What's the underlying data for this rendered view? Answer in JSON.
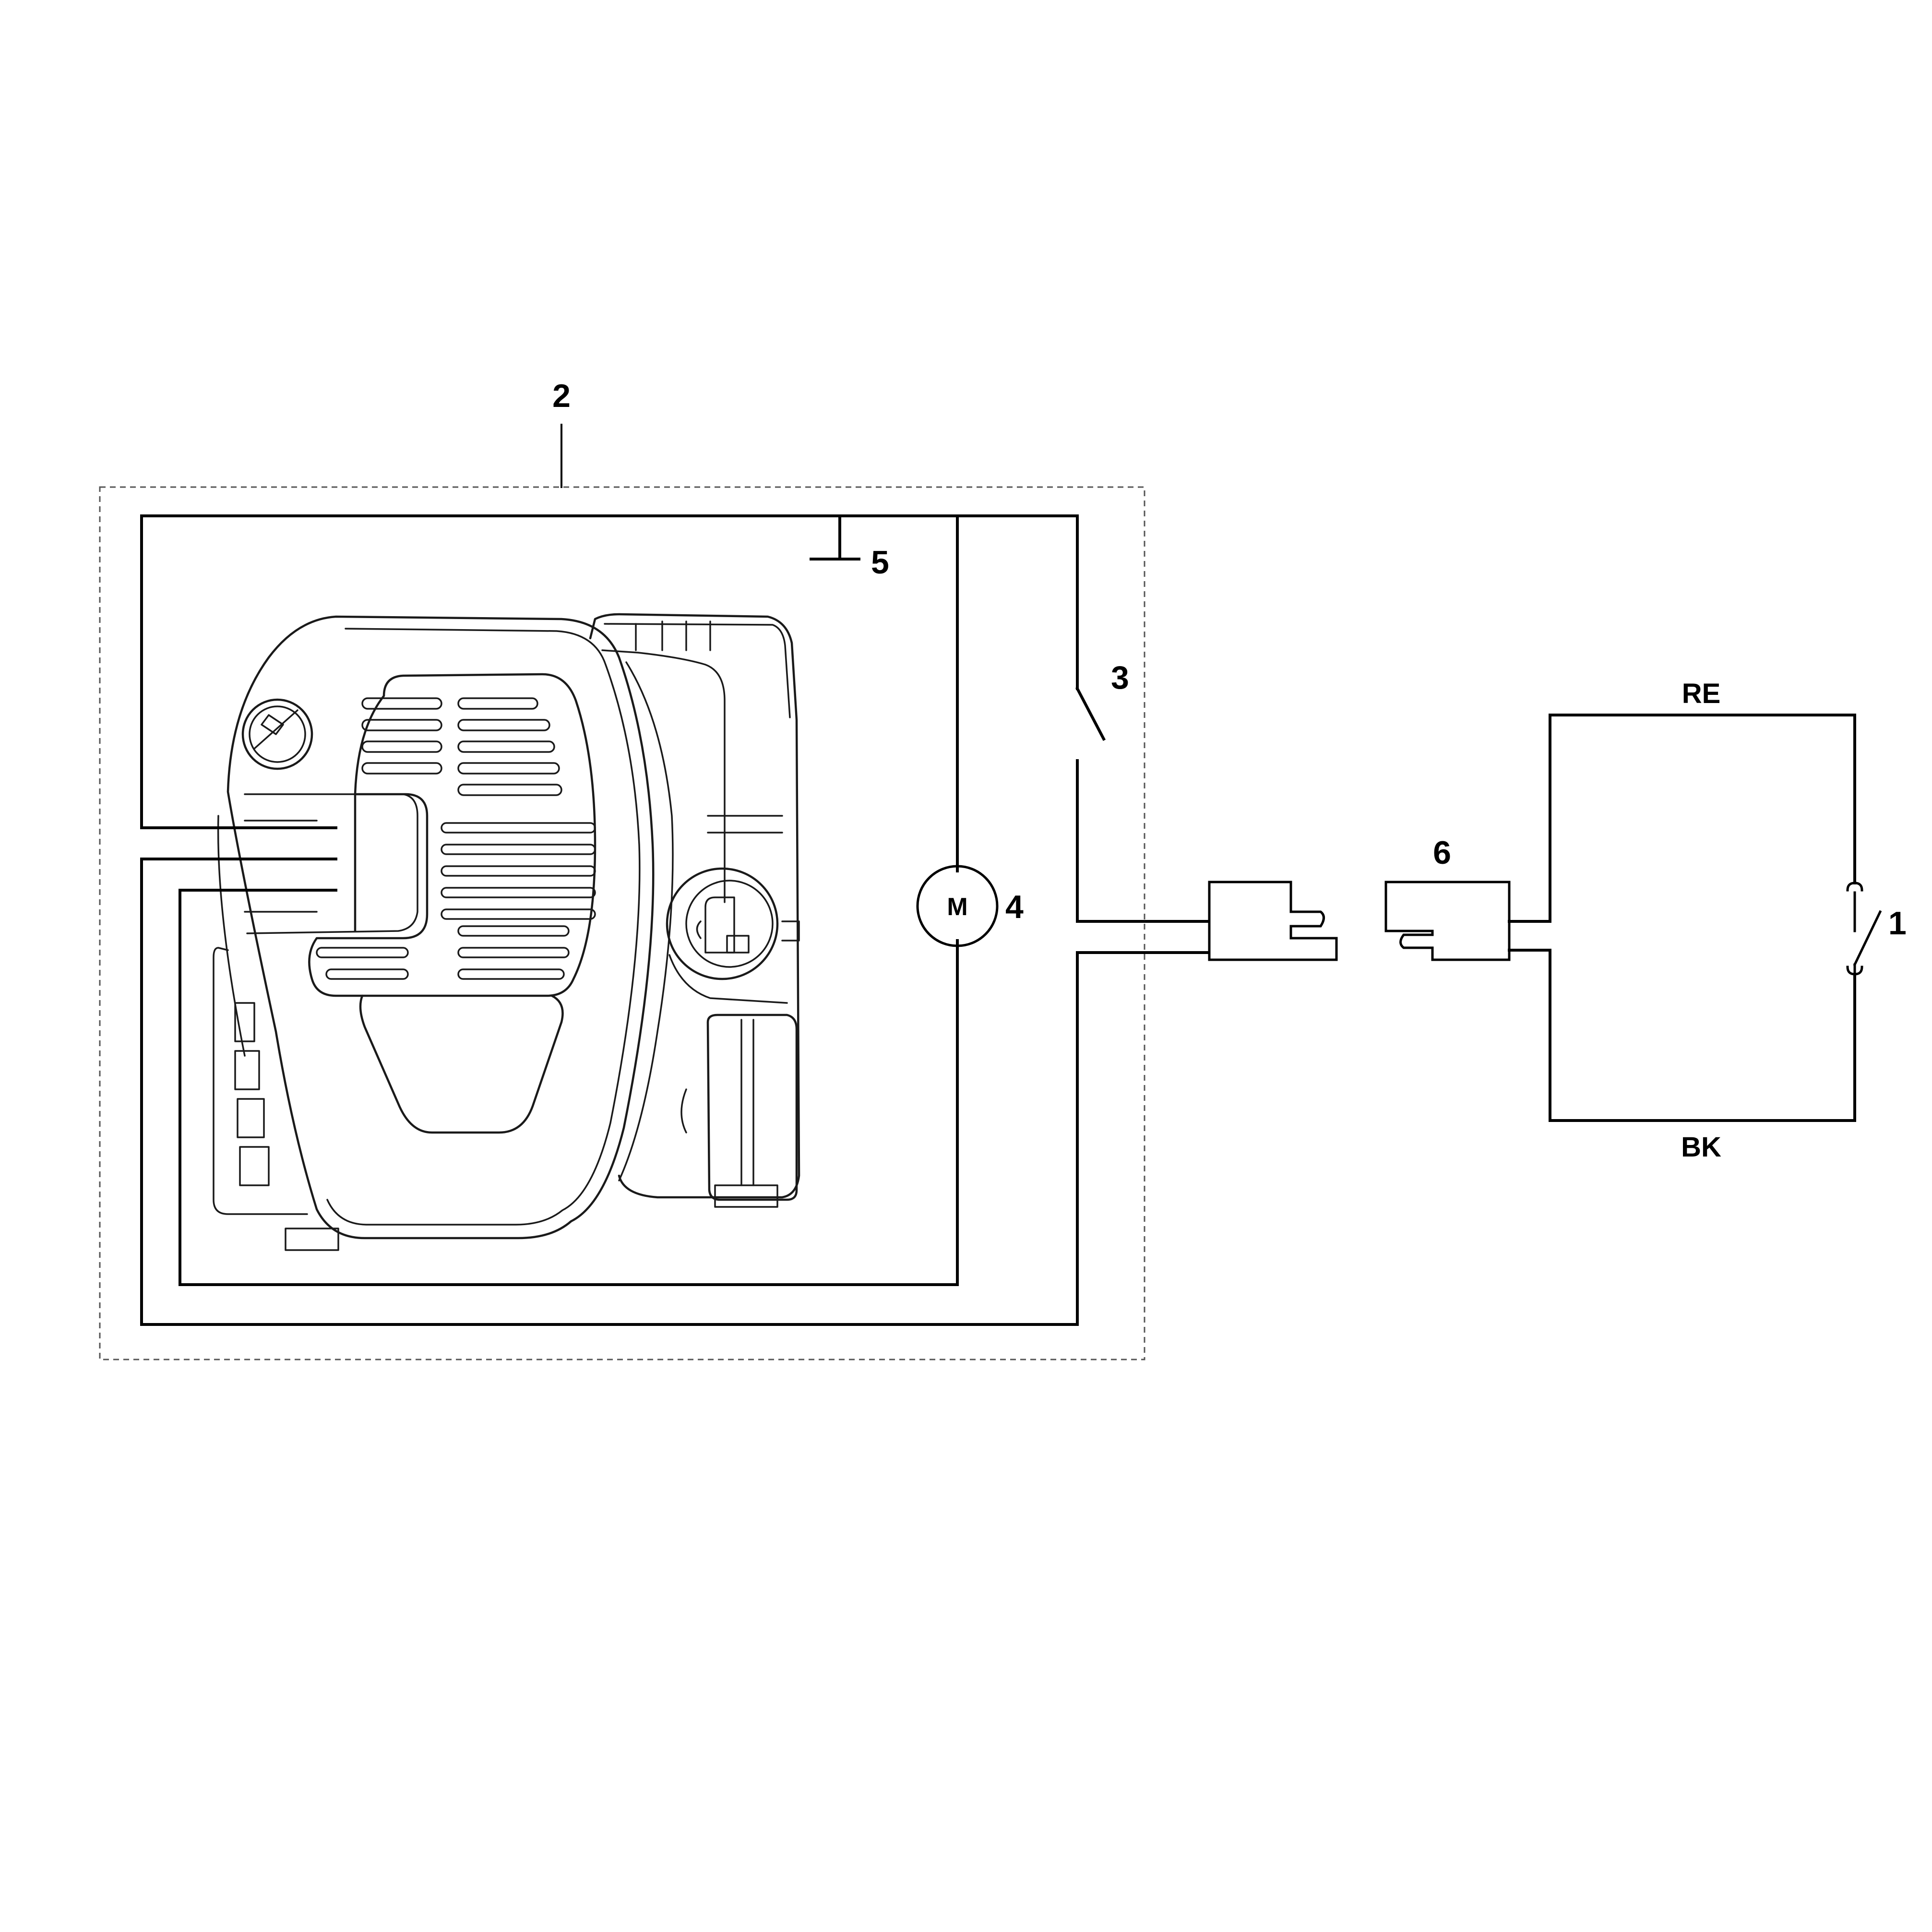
{
  "callouts": {
    "item_1": "1",
    "item_2": "2",
    "item_3": "3",
    "item_4": "4",
    "item_5": "5",
    "item_6": "6"
  },
  "motor": {
    "symbol": "M"
  },
  "wire_colors": {
    "red": "RE",
    "black": "BK"
  },
  "icons": {
    "engine": "engine-illustration-icon",
    "oil_cap": "oil-cap-icon",
    "fuel_cap": "fuel-cap-icon"
  },
  "colors": {
    "line": "#000000",
    "background": "#ffffff"
  }
}
